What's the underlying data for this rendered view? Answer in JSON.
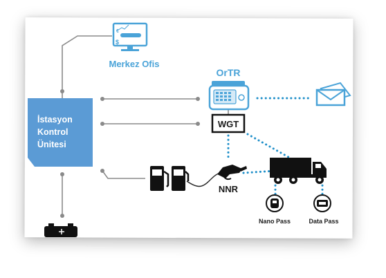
{
  "nodes": {
    "headquarters": {
      "label": "Merkez Ofis"
    },
    "ortr": {
      "label": "OrTR"
    },
    "control_unit": {
      "line1": "İstasyon",
      "line2": "Kontrol",
      "line3": "Ünitesi"
    },
    "wgt": {
      "label": "WGT"
    },
    "nnr": {
      "label": "NNR"
    },
    "nano_pass": {
      "label": "Nano Pass"
    },
    "data_pass": {
      "label": "Data Pass"
    }
  },
  "icons": {
    "monitor": "computer-monitor-icon",
    "ortr_device": "ortr-device-icon",
    "envelope": "envelope-icon",
    "fuel_pump": "fuel-pump-icon",
    "nozzle": "fuel-nozzle-icon",
    "truck": "truck-icon",
    "battery": "battery-icon"
  },
  "colors": {
    "accent_blue": "#4aa3d8",
    "control_box": "#5b9bd5",
    "dotted_link": "#1f8fc9",
    "solid_link": "#8a8a8a",
    "dark": "#111111"
  }
}
